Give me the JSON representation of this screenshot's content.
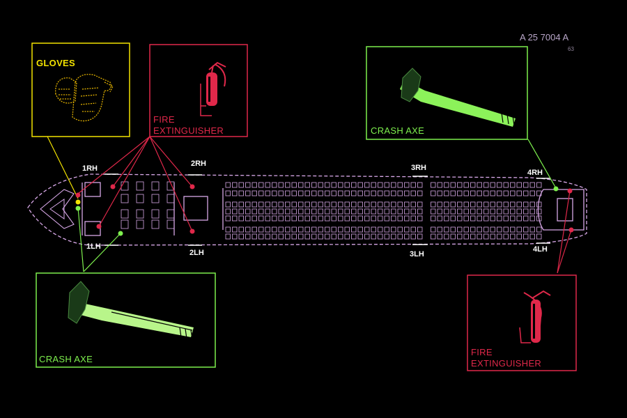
{
  "reference": {
    "code": "A 25 7004 A",
    "sub": "63"
  },
  "colors": {
    "background": "#000000",
    "fuselage": "#d8a8e8",
    "red": "#e0284a",
    "green": "#7ef04e",
    "yellow": "#f2e200",
    "white": "#ffffff"
  },
  "boxes": {
    "gloves": {
      "label": "GLOVES",
      "icon": "gloves-icon"
    },
    "fire_top": {
      "label_line1": "FIRE",
      "label_line2": "EXTINGUISHER",
      "icon": "fire-extinguisher-icon"
    },
    "axe_top": {
      "label": "CRASH AXE",
      "icon": "crash-axe-icon"
    },
    "axe_bottom": {
      "label": "CRASH AXE",
      "icon": "crash-axe-icon"
    },
    "fire_bottom": {
      "label_line1": "FIRE",
      "label_line2": "EXTINGUISHER",
      "icon": "fire-extinguisher-icon"
    }
  },
  "doors": {
    "d1rh": "1RH",
    "d2rh": "2RH",
    "d3rh": "3RH",
    "d4rh": "4RH",
    "d1lh": "1LH",
    "d2lh": "2LH",
    "d3lh": "3LH",
    "d4lh": "4LH"
  }
}
